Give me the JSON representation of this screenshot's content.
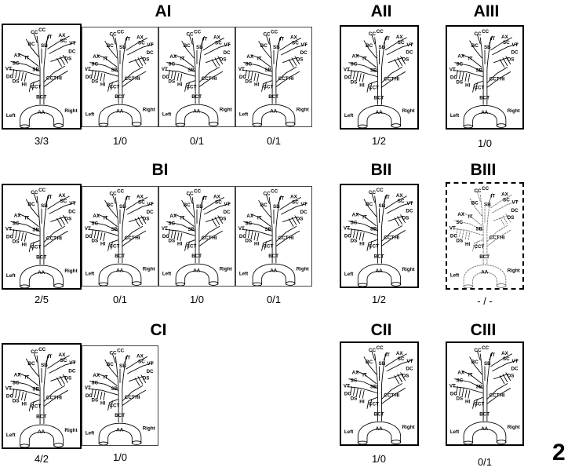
{
  "figure_number": "2",
  "groups": [
    {
      "title": "AI"
    },
    {
      "title": "AII"
    },
    {
      "title": "AIII"
    },
    {
      "title": "BI"
    },
    {
      "title": "BII"
    },
    {
      "title": "BIII"
    },
    {
      "title": "CI"
    },
    {
      "title": "CII"
    },
    {
      "title": "CIII"
    }
  ],
  "panels": [
    {
      "ratio": "3/3"
    },
    {
      "ratio": "1/0"
    },
    {
      "ratio": "0/1"
    },
    {
      "ratio": "0/1"
    },
    {
      "ratio": "1/2"
    },
    {
      "ratio": "1/0"
    },
    {
      "ratio": "2/5"
    },
    {
      "ratio": "0/1"
    },
    {
      "ratio": "1/0"
    },
    {
      "ratio": "0/1"
    },
    {
      "ratio": "1/2"
    },
    {
      "ratio": "- / -"
    },
    {
      "ratio": "4/2"
    },
    {
      "ratio": "1/0"
    },
    {
      "ratio": "1/0"
    },
    {
      "ratio": "0/1"
    }
  ],
  "vessel_labels": {
    "cc": "CC",
    "it": "IT",
    "ax": "AX",
    "sc": "SC",
    "vt": "VT",
    "bc": "BC",
    "sb": "SB",
    "dc": "DC",
    "ds": "DS",
    "hi": "HI",
    "cct": "CCT",
    "bct": "BCT",
    "aa": "AA",
    "left": "Left",
    "right": "Right"
  }
}
